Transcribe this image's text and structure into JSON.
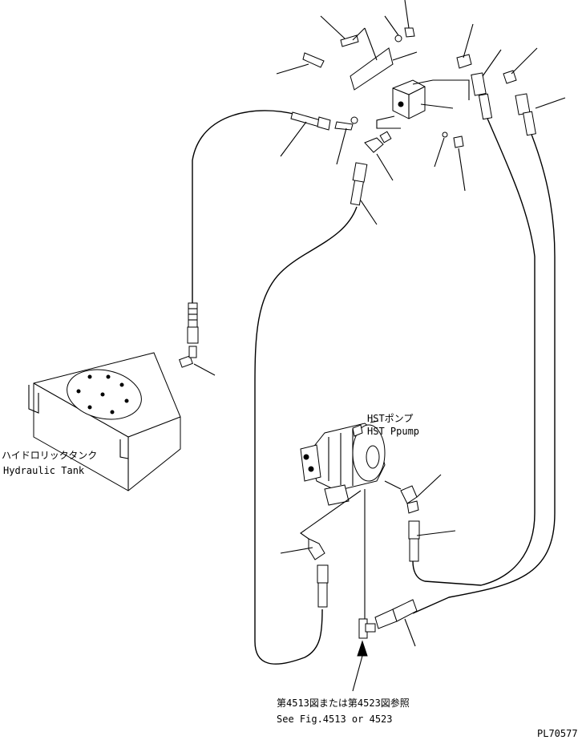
{
  "labels": {
    "tank_jp": "ハイドロリックタンク",
    "tank_en": "Hydraulic Tank",
    "pump_jp": "HSTポンプ",
    "pump_en": "HST Ppump",
    "ref_jp": "第4513図または第4523図参照",
    "ref_en": "See Fig.4513 or 4523",
    "drawing_no": "PL70577"
  }
}
